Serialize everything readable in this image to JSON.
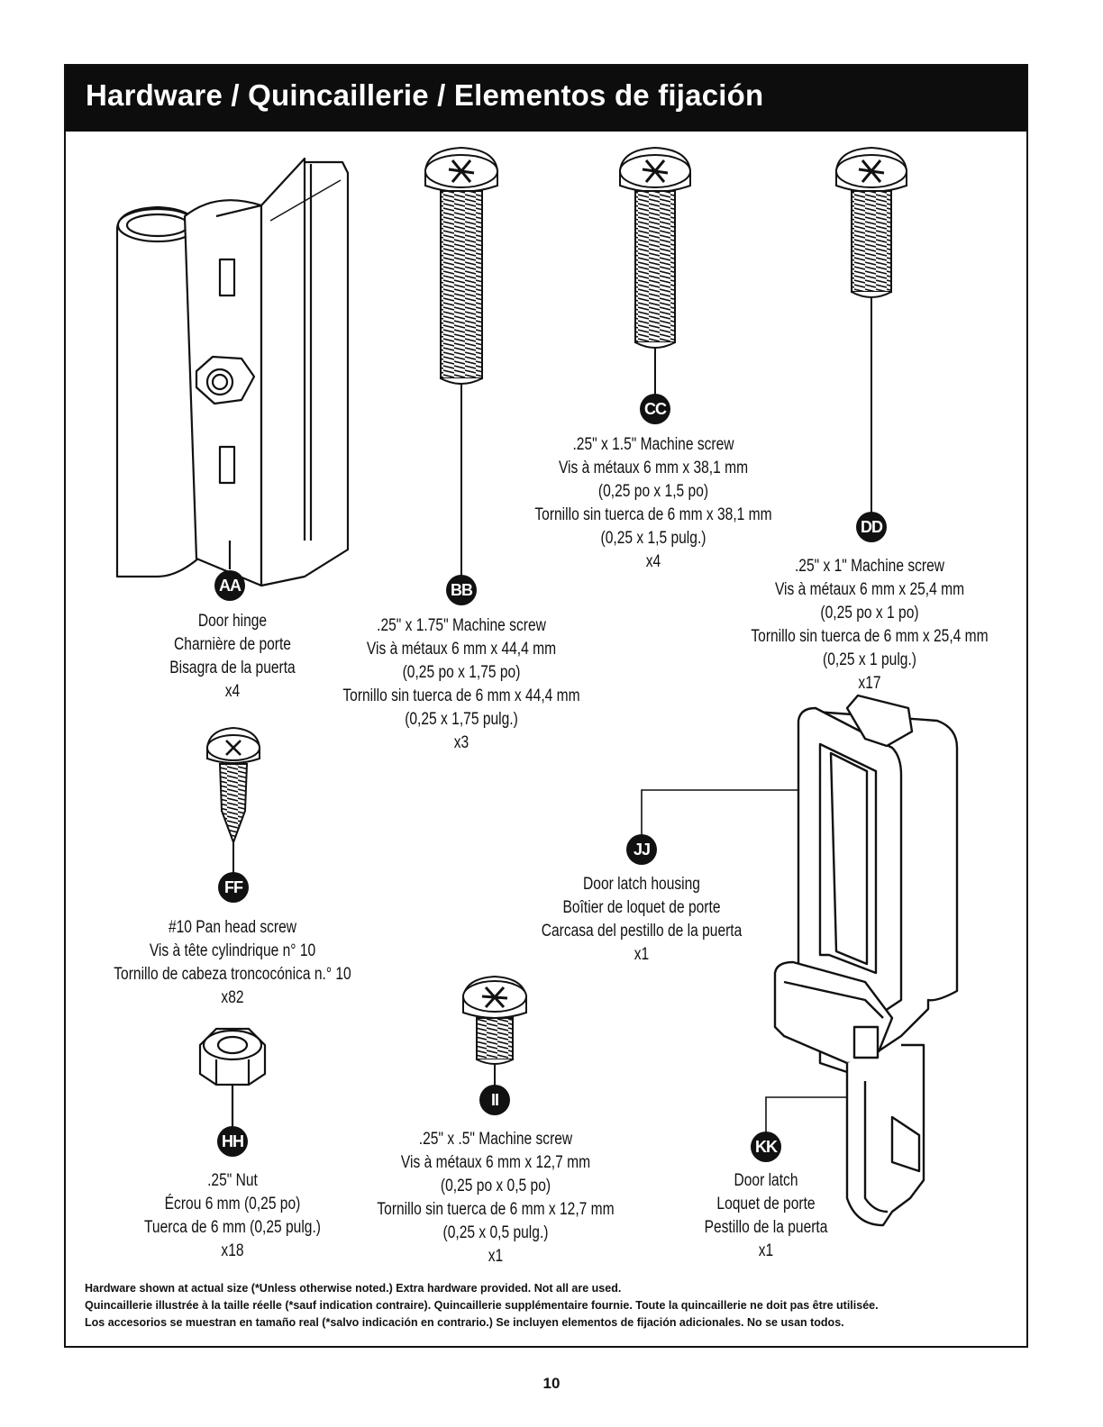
{
  "header": {
    "title": "Hardware / Quincaillerie / Elementos de fijación"
  },
  "items": {
    "aa": {
      "callout": "AA",
      "lines": [
        "Door hinge",
        "Charnière de porte",
        "Bisagra de la puerta",
        "x4"
      ]
    },
    "bb": {
      "callout": "BB",
      "lines": [
        ".25\" x 1.75\" Machine screw",
        "Vis à métaux 6 mm x 44,4 mm",
        "(0,25 po x 1,75 po)",
        "Tornillo sin tuerca de 6 mm x 44,4 mm",
        "(0,25 x 1,75 pulg.)",
        "x3"
      ]
    },
    "cc": {
      "callout": "CC",
      "lines": [
        ".25\" x 1.5\" Machine screw",
        "Vis à métaux 6 mm x 38,1 mm",
        "(0,25 po x 1,5 po)",
        "Tornillo sin tuerca de 6 mm x 38,1 mm",
        "(0,25 x 1,5 pulg.)",
        "x4"
      ]
    },
    "dd": {
      "callout": "DD",
      "lines": [
        ".25\" x 1\" Machine screw",
        "Vis à métaux 6 mm x 25,4 mm",
        "(0,25 po x 1 po)",
        "Tornillo sin tuerca de 6 mm x 25,4 mm",
        "(0,25 x 1 pulg.)",
        "x17"
      ]
    },
    "ff": {
      "callout": "FF",
      "lines": [
        "#10 Pan head screw",
        "Vis à tête cylindrique n° 10",
        "Tornillo de cabeza troncocónica n.° 10",
        "x82"
      ]
    },
    "jj": {
      "callout": "JJ",
      "lines": [
        "Door latch housing",
        "Boîtier de loquet de porte",
        "Carcasa del pestillo de la puerta",
        "x1"
      ]
    },
    "hh": {
      "callout": "HH",
      "lines": [
        ".25\" Nut",
        "Écrou 6 mm (0,25 po)",
        "Tuerca de 6 mm (0,25 pulg.)",
        "x18"
      ]
    },
    "ii": {
      "callout": "II",
      "lines": [
        ".25\" x .5\" Machine screw",
        "Vis à métaux 6 mm x 12,7 mm",
        "(0,25 po x 0,5 po)",
        "Tornillo sin tuerca de 6 mm x 12,7 mm",
        "(0,25 x 0,5 pulg.)",
        "x1"
      ]
    },
    "kk": {
      "callout": "KK",
      "lines": [
        "Door latch",
        "Loquet de porte",
        "Pestillo de la puerta",
        "x1"
      ]
    }
  },
  "footer": {
    "lines": [
      "Hardware shown at actual size (*Unless otherwise noted.) Extra hardware provided. Not all are used.",
      "Quincaillerie illustrée à la taille réelle (*sauf indication contraire). Quincaillerie supplémentaire fournie. Toute la quincaillerie ne doit pas être utilisée.",
      "Los accesorios se muestran en tamaño real (*salvo indicación en contrario.) Se incluyen elementos de fijación adicionales. No se usan todos."
    ]
  },
  "page_number": "10"
}
